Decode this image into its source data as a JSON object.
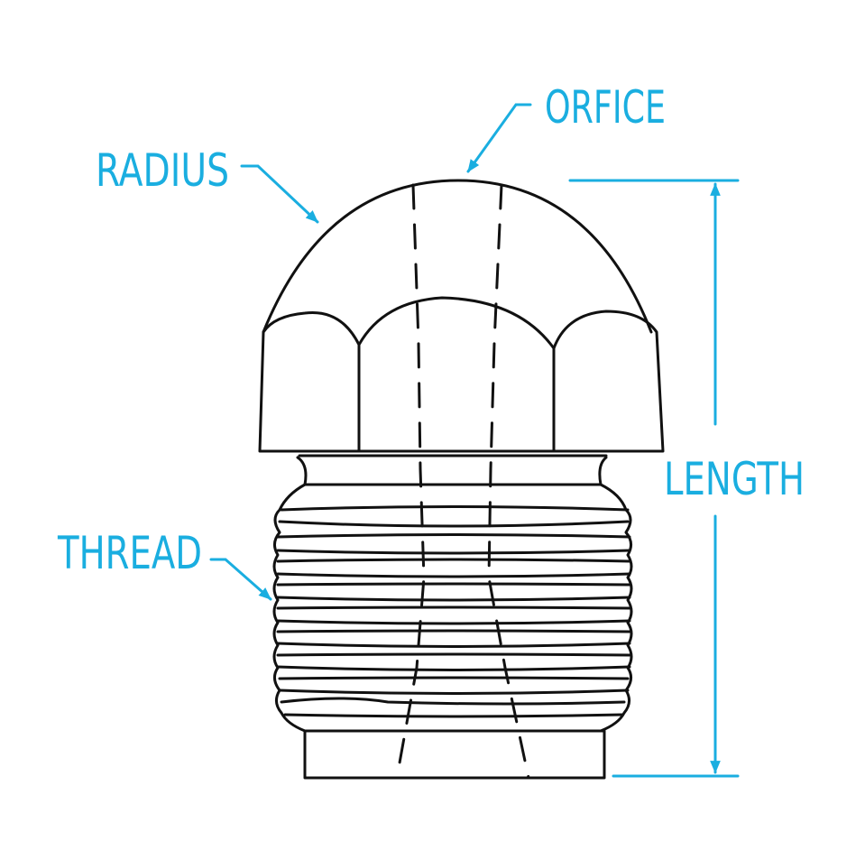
{
  "labels": {
    "orfice": "ORFICE",
    "radius": "RADIUS",
    "thread": "THREAD",
    "length": "LENGTH"
  },
  "colors": {
    "accent": "#1aaee0",
    "line": "#111111"
  }
}
